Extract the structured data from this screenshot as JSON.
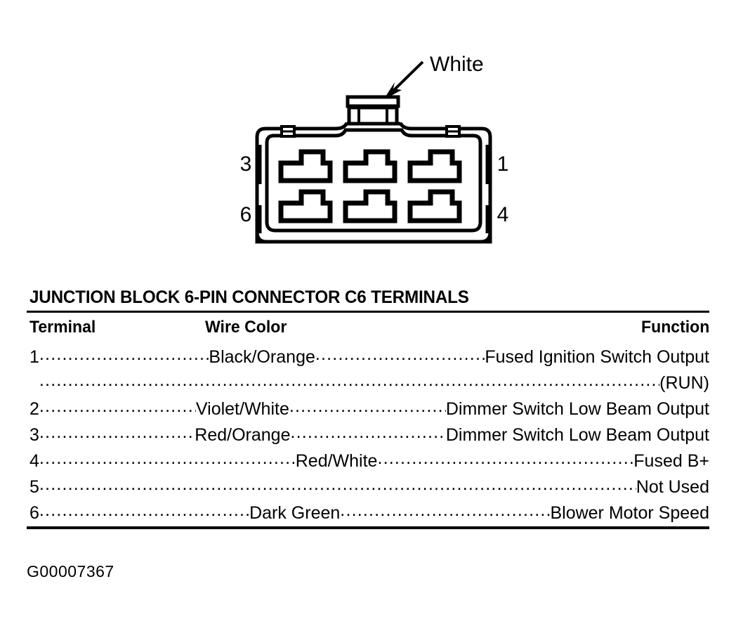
{
  "figure": {
    "callout_label": "White",
    "pin_numbers": {
      "top_left": "3",
      "bottom_left": "6",
      "top_right": "1",
      "bottom_right": "4"
    },
    "cavity_count": 6
  },
  "table": {
    "title": "JUNCTION BLOCK 6-PIN CONNECTOR C6 TERMINALS",
    "headers": {
      "terminal": "Terminal",
      "wire_color": "Wire Color",
      "function": "Function"
    },
    "rows": [
      {
        "terminal": "1",
        "wire_color": "Black/Orange",
        "function": "Fused Ignition Switch Output",
        "continuation": "(RUN)"
      },
      {
        "terminal": "2",
        "wire_color": "Violet/White",
        "function": "Dimmer Switch Low Beam Output",
        "continuation": ""
      },
      {
        "terminal": "3",
        "wire_color": "Red/Orange",
        "function": "Dimmer Switch Low Beam Output",
        "continuation": ""
      },
      {
        "terminal": "4",
        "wire_color": "Red/White",
        "function": "Fused B+",
        "continuation": ""
      },
      {
        "terminal": "5",
        "wire_color": "",
        "function": "Not Used",
        "continuation": ""
      },
      {
        "terminal": "6",
        "wire_color": "Dark Green",
        "function": "Blower Motor Speed",
        "continuation": ""
      }
    ]
  },
  "footer": {
    "code": "G00007367"
  },
  "colors": {
    "ink": "#000000",
    "background": "#ffffff"
  }
}
